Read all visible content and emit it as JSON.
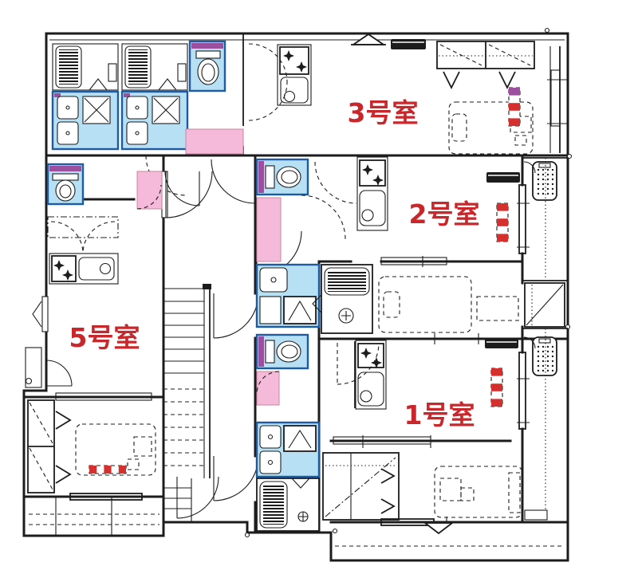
{
  "page": {
    "type": "apartment-floor-plan",
    "background": "#ffffff"
  },
  "rooms": [
    {
      "id": "room-3",
      "label": "3号室"
    },
    {
      "id": "room-2",
      "label": "2号室"
    },
    {
      "id": "room-1",
      "label": "1号室"
    },
    {
      "id": "room-5",
      "label": "5号室"
    }
  ],
  "colors": {
    "room_label_red": "#c8272c",
    "wet_area_blue": "#b7e0f5",
    "wet_area_blue_border": "#1e5ba3",
    "hallway_pink": "#f5b9da",
    "fixture_magenta": "#9c4f9e",
    "scale_bar_red": "#d5302e",
    "wall_black": "#1c1c1c"
  }
}
